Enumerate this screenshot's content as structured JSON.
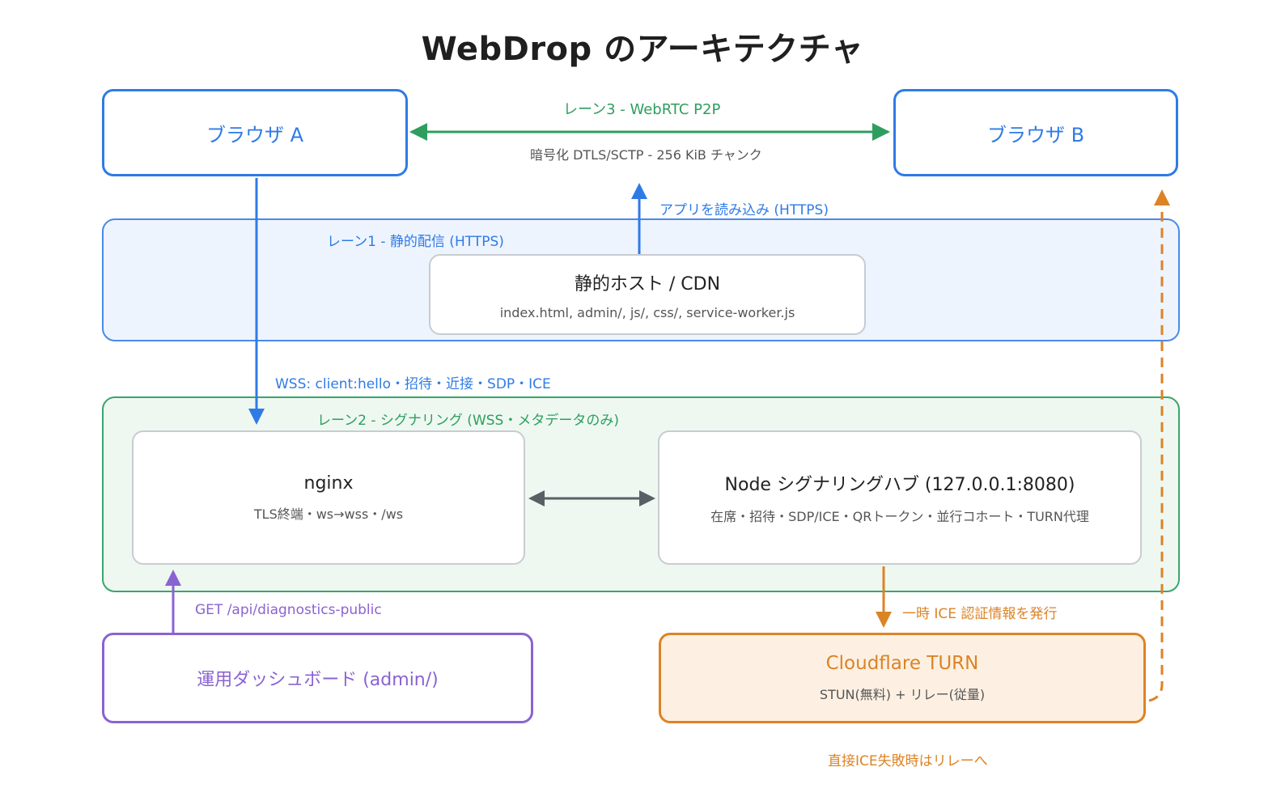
{
  "title": "WebDrop のアーキテクチャ",
  "browser_a": "ブラウザ A",
  "browser_b": "ブラウザ B",
  "lane3": {
    "label": "レーン3 - WebRTC P2P",
    "sub": "暗号化 DTLS/SCTP - 256 KiB チャンク"
  },
  "load_app": "アプリを読み込み (HTTPS)",
  "lane1": {
    "label": "レーン1 - 静的配信 (HTTPS)",
    "host_title": "静的ホスト / CDN",
    "host_sub": "index.html, admin/, js/, css/, service-worker.js"
  },
  "wss_label": "WSS: client:hello・招待・近接・SDP・ICE",
  "lane2": {
    "label": "レーン2 - シグナリング (WSS・メタデータのみ)",
    "nginx_title": "nginx",
    "nginx_sub": "TLS終端・ws→wss・/ws",
    "hub_title": "Node シグナリングハブ (127.0.0.1:8080)",
    "hub_sub": "在席・招待・SDP/ICE・QRトークン・並行コホート・TURN代理"
  },
  "diag_label": "GET /api/diagnostics-public",
  "ice_label": "一時 ICE 認証情報を発行",
  "dashboard": "運用ダッシュボード (admin/)",
  "turn": {
    "title": "Cloudflare TURN",
    "sub": "STUN(無料) + リレー(従量)"
  },
  "relay_note": "直接ICE失敗時はリレーへ",
  "colors": {
    "blue": "#2f7be6",
    "green": "#2e9e5e",
    "purple": "#8a63d2",
    "orange": "#dc8326",
    "gray": "#5a5f66"
  }
}
